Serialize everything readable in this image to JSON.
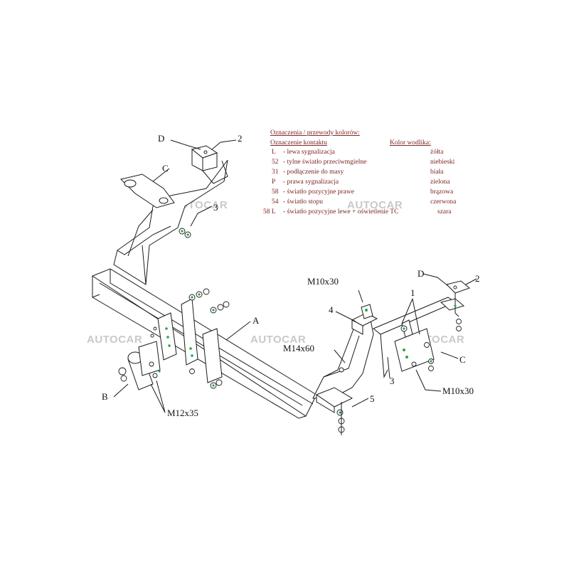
{
  "watermark": "AUTOCAR",
  "legend": {
    "title_left": "Oznaczenia / przewody kolorów:",
    "title_left_sub": "Oznaczenie kontaktu",
    "title_right": "Kolor wodlika:",
    "rows": [
      {
        "code": "L",
        "desc": "- lewa sygnalizacja",
        "color": "żółta"
      },
      {
        "code": "52",
        "desc": "- tylne światło przeciwmgielne",
        "color": "niebieski"
      },
      {
        "code": "31",
        "desc": "- podłączenie do masy",
        "color": "biała"
      },
      {
        "code": "P",
        "desc": "- prawa sygnalizacja",
        "color": "zielona"
      },
      {
        "code": "58",
        "desc": "- światło pozycyjne prawe",
        "color": "brązowa"
      },
      {
        "code": "54",
        "desc": "- światło stopu",
        "color": "czerwona"
      },
      {
        "code": "58 L",
        "desc": "- światło pozycyjne lewe + oświetlenie TC",
        "color": "szara"
      }
    ]
  },
  "labels": {
    "D_top": "D",
    "n2_top": "2",
    "C_left": "C",
    "n3_top": "3",
    "A": "A",
    "B": "B",
    "m12x35": "M12x35",
    "m10x30_top": "M10x30",
    "n4": "4",
    "m14x60": "M14x60",
    "n3_mid": "3",
    "n5": "5",
    "n1": "1",
    "D_right": "D",
    "n2_right": "2",
    "C_right": "C",
    "m10x30_bottom": "M10x30"
  }
}
